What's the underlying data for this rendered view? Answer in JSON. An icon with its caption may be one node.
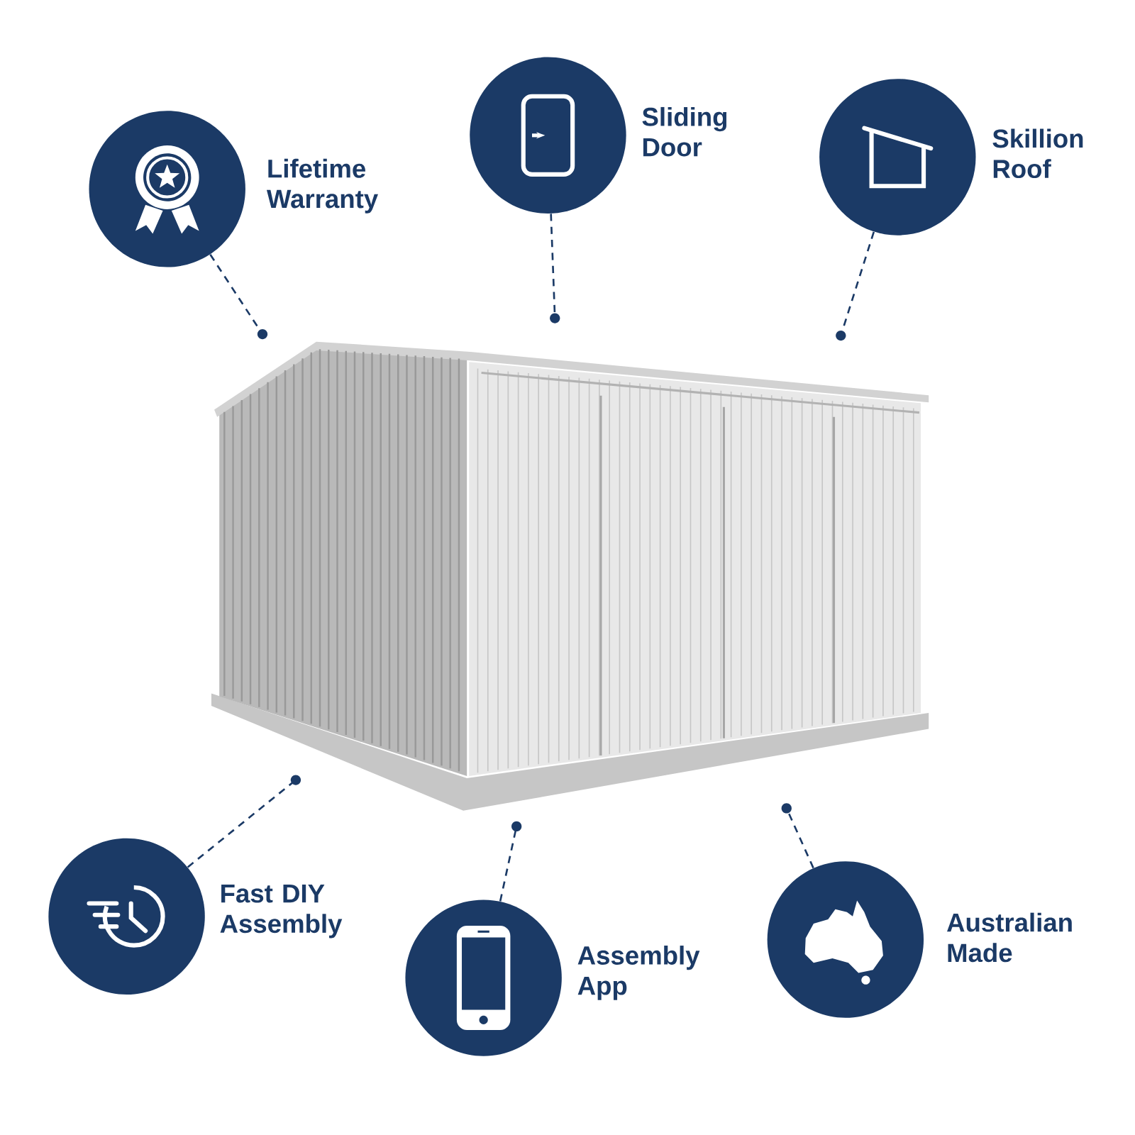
{
  "diagram": {
    "nodes": [
      {
        "text": [
          "Lifetime Warranty"
        ]
      },
      {
        "text": [
          "Sliding Door"
        ]
      },
      {
        "text": [
          "Skillion Roof"
        ]
      },
      {
        "text": [],
        "shape": "picture"
      },
      {
        "text": [
          "Fast DIY Assembly"
        ]
      },
      {
        "text": [
          "Assembly App"
        ]
      },
      {
        "text": [
          "Australian Made"
        ]
      }
    ],
    "edges": [
      {
        "from": 0,
        "to": 3,
        "arrow": "other",
        "style": "dashed"
      },
      {
        "from": 1,
        "to": 3,
        "arrow": "other",
        "style": "dashed"
      },
      {
        "from": 2,
        "to": 3,
        "arrow": "other",
        "style": "dashed"
      },
      {
        "from": 4,
        "to": 3,
        "arrow": "other",
        "style": "dashed"
      },
      {
        "from": 5,
        "to": 3,
        "arrow": "other",
        "style": "dashed"
      },
      {
        "from": 6,
        "to": 3,
        "arrow": "other",
        "style": "dashed"
      }
    ]
  }
}
